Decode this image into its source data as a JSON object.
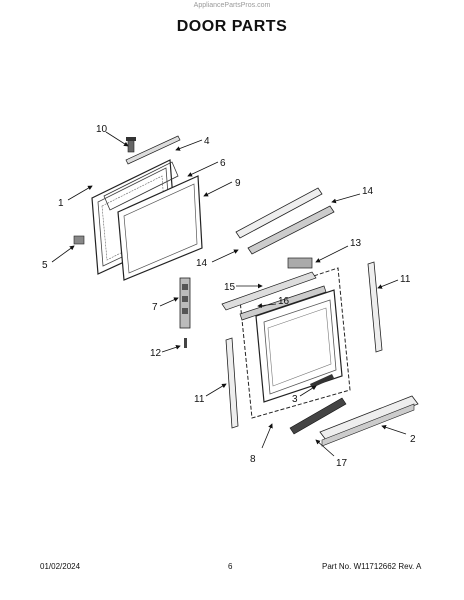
{
  "header": {
    "watermark": "AppliancePartsPros.com",
    "title": "DOOR PARTS"
  },
  "callouts": [
    "10",
    "4",
    "6",
    "9",
    "1",
    "5",
    "14",
    "13",
    "14",
    "11",
    "15",
    "16",
    "7",
    "12",
    "11",
    "3",
    "2",
    "8",
    "17"
  ],
  "footer": {
    "date": "01/02/2024",
    "page": "6",
    "part_no": "Part No.  W11712662  Rev.  A"
  }
}
